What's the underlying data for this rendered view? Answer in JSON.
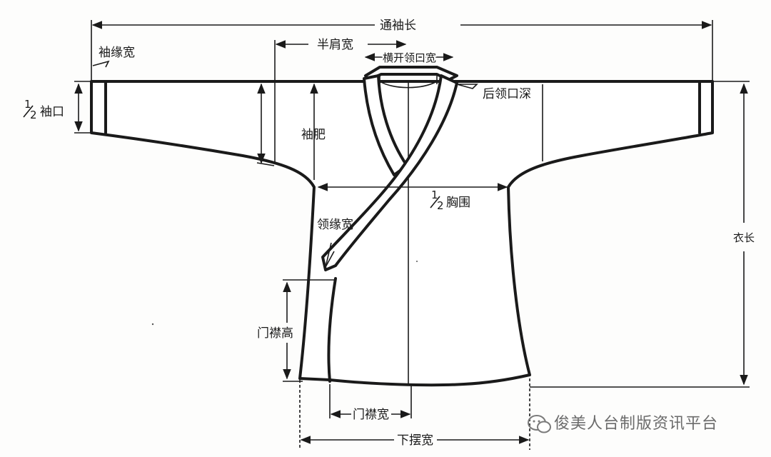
{
  "diagram": {
    "labels": {
      "sleeve_span": "通袖长",
      "cuff_width": "袖缘宽",
      "half_shoulder": "半肩宽",
      "neck_width": "横开领口宽",
      "back_neck_depth": "后领口深",
      "half_cuff_num": "1",
      "half_cuff_den": "2",
      "half_cuff_text": "袖口",
      "sleeve_width": "袖肥",
      "half_chest_num": "1",
      "half_chest_den": "2",
      "half_chest_text": "胸围",
      "collar_band_width": "领缘宽",
      "garment_length": "衣长",
      "placket_height": "门襟高",
      "placket_width": "门襟宽",
      "hem_width": "下摆宽"
    },
    "watermark": {
      "icon": "wechat-icon",
      "text": "俊美人台制版资讯平台"
    }
  }
}
